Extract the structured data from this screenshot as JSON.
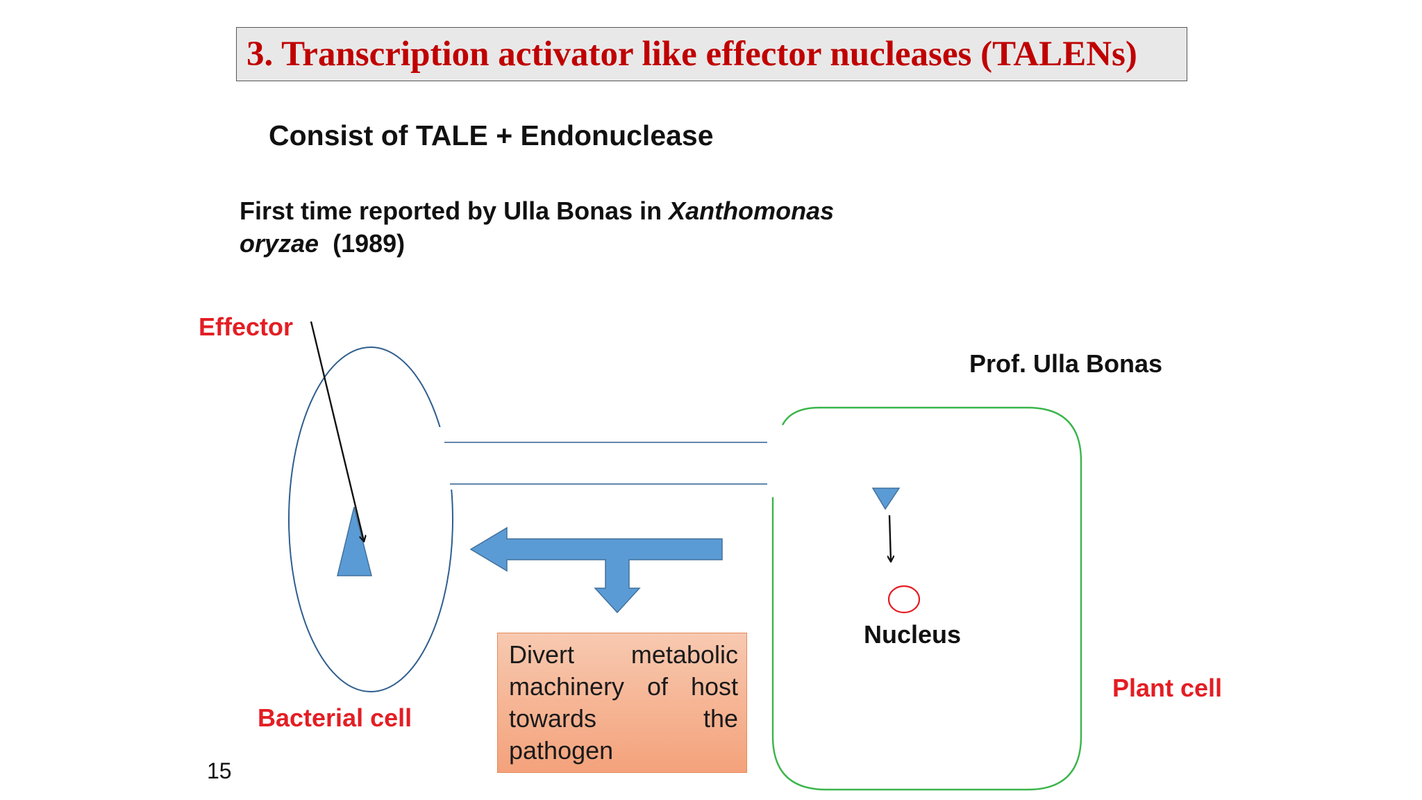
{
  "title": "3. Transcription activator like effector nucleases (TALENs)",
  "subtitle": "Consist of TALE + Endonuclease",
  "reported": {
    "prefix": "First time reported by Ulla Bonas in ",
    "genus": "Xanthomonas",
    "species": "oryzae",
    "year": "(1989)"
  },
  "diagram": {
    "effector_label": "Effector",
    "prof_label": "Prof. Ulla Bonas",
    "bacterial_label": "Bacterial cell",
    "plant_label": "Plant cell",
    "nucleus_label": "Nucleus",
    "info_text": "Divert metabolic machinery of host towards the pathogen"
  },
  "page_number": "15",
  "colors": {
    "title_red": "#c00000",
    "label_red": "#e31e24",
    "arrow_blue": "#5b9bd5",
    "cell_outline_blue": "#2e5e8e",
    "plant_outline_green": "#3ab54a",
    "nucleus_red": "#e31e24",
    "box_orange": "#f4a27b"
  }
}
